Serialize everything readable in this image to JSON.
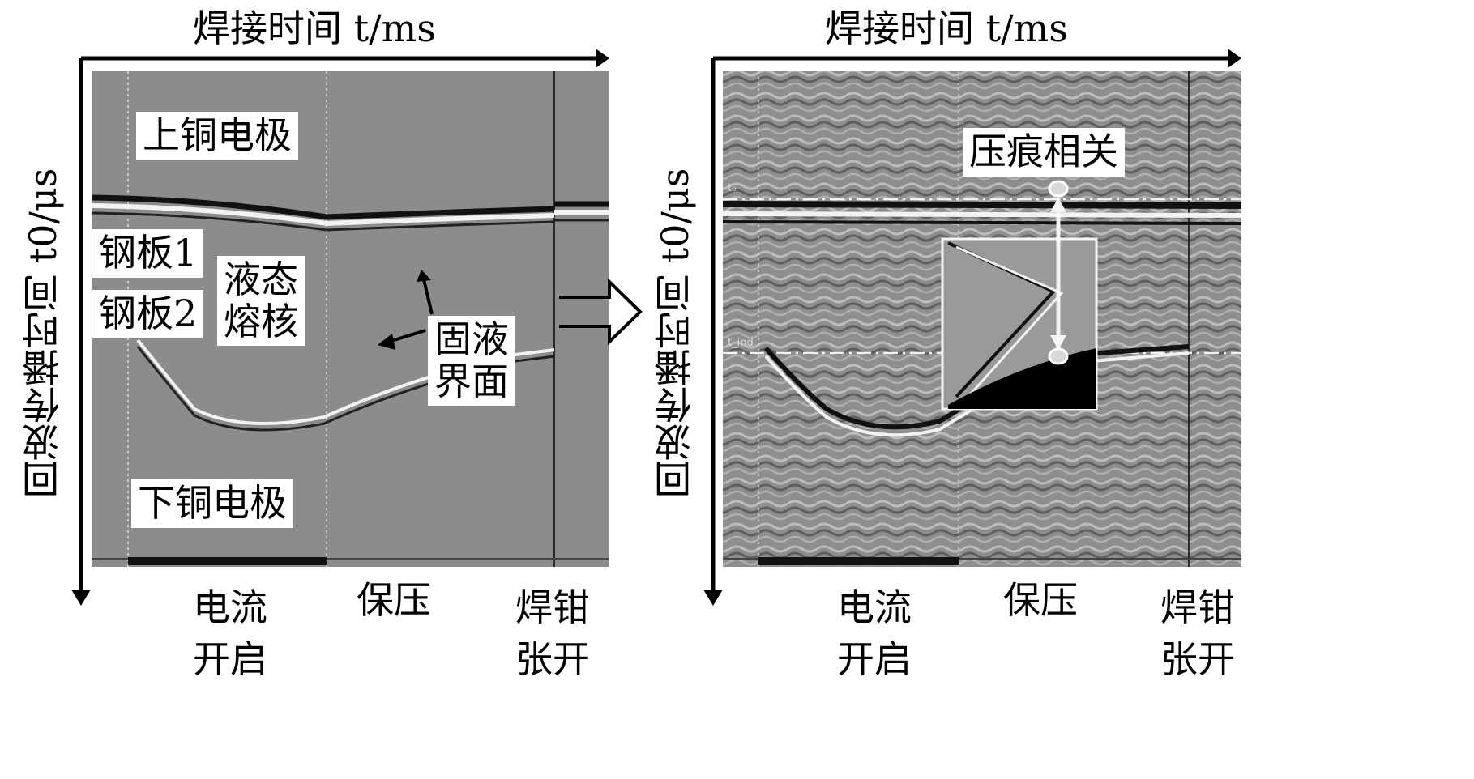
{
  "left_panel": {
    "x_axis_title": "焊接时间 t/ms",
    "y_axis_title": "回波传播时间 t0/μs",
    "labels": {
      "upper_electrode": "上铜电极",
      "steel_plate_1": "钢板1",
      "steel_plate_2": "钢板2",
      "liquid_line1": "液态",
      "liquid_line2": "熔核",
      "solid_liquid_line1": "固液",
      "solid_liquid_line2": "界面",
      "lower_electrode": "下铜电极"
    },
    "phases": {
      "current_on_line1": "电流",
      "current_on_line2": "开启",
      "hold": "保压",
      "open_line1": "焊钳",
      "open_line2": "张开"
    }
  },
  "right_panel": {
    "x_axis_title": "焊接时间 t/ms",
    "y_axis_title": "回波传播时间 t0/μs",
    "labels": {
      "indent_related": "压痕相关",
      "t0_marker": "t₀",
      "tind_marker": "t_ind"
    },
    "phases": {
      "current_on_line1": "电流",
      "current_on_line2": "开启",
      "hold": "保压",
      "open_line1": "焊钳",
      "open_line2": "张开"
    }
  },
  "colors": {
    "panel_gray": "#8c8c8c",
    "band_dark": "#111111",
    "band_light": "#f2f2f2",
    "guide_line": "#d9d9d9"
  }
}
